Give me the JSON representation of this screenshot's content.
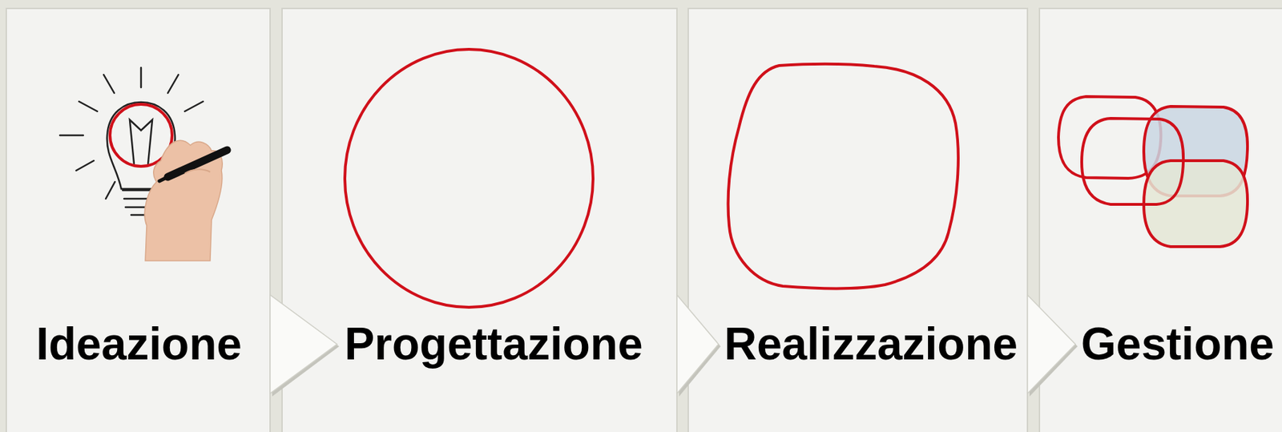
{
  "diagram": {
    "nodes": [
      {
        "text": [
          "Ideazione"
        ]
      },
      {
        "text": [
          "Progettazione"
        ]
      },
      {
        "text": [
          "Realizzazione"
        ]
      },
      {
        "text": [
          "Gestione"
        ]
      }
    ],
    "edges": [
      {
        "from": 0,
        "to": 1,
        "arrow": "to"
      },
      {
        "from": 1,
        "to": 2,
        "arrow": "to"
      },
      {
        "from": 2,
        "to": 3,
        "arrow": "to"
      }
    ]
  }
}
